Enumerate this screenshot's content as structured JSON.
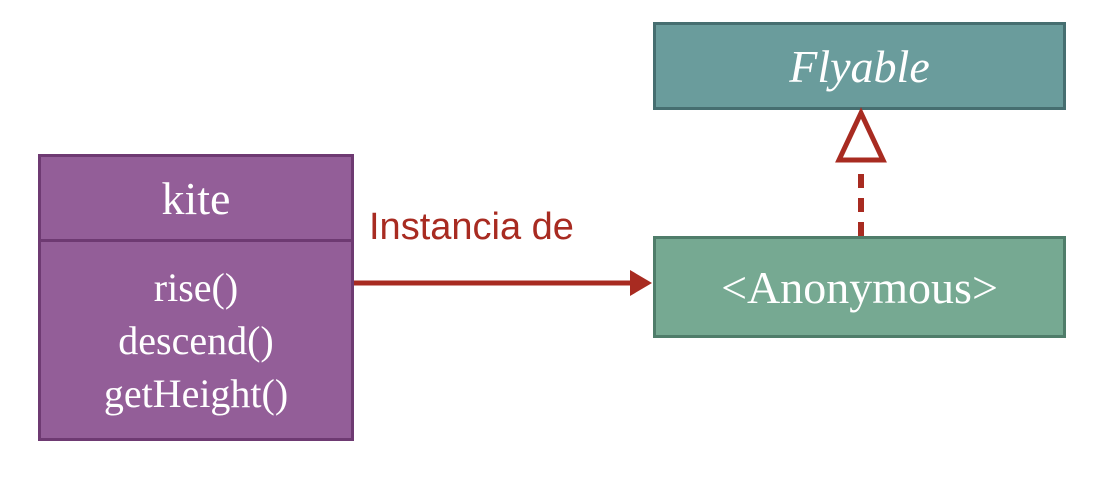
{
  "classes": {
    "kite": {
      "name": "kite",
      "methods": [
        "rise()",
        "descend()",
        "getHeight()"
      ]
    },
    "flyable": {
      "name": "Flyable"
    },
    "anonymous": {
      "name": "<Anonymous>"
    }
  },
  "relations": {
    "instance_label": "Instancia de"
  },
  "colors": {
    "kite_fill": "#935e98",
    "interface_fill": "#6a9c9c",
    "anonymous_fill": "#76a992",
    "arrow": "#a82b21"
  }
}
